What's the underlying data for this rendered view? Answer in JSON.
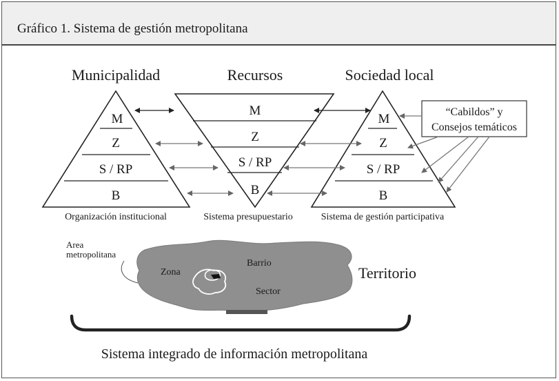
{
  "header": {
    "title": "Gráfico 1. Sistema de gestión metropolitana"
  },
  "pyramids": {
    "municipalidad": {
      "title": "Municipalidad",
      "levels": [
        "M",
        "Z",
        "S / RP",
        "B"
      ],
      "caption": "Organización institucional"
    },
    "recursos": {
      "title": "Recursos",
      "levels": [
        "M",
        "Z",
        "S / RP",
        "B"
      ],
      "caption": "Sistema presupuestario"
    },
    "sociedad": {
      "title": "Sociedad local",
      "levels": [
        "M",
        "Z",
        "S / RP",
        "B"
      ],
      "caption": "Sistema de gestión participativa"
    }
  },
  "cabildos_box": {
    "line1": "“Cabildos” y",
    "line2": "Consejos temáticos"
  },
  "map": {
    "area_label_1": "Area",
    "area_label_2": "metropolitana",
    "zona": "Zona",
    "barrio": "Barrio",
    "sector": "Sector",
    "territorio": "Territorio"
  },
  "footer": {
    "label": "Sistema integrado de información metropolitana"
  },
  "colors": {
    "header_bg": "#efefef",
    "map_fill": "#8f8f8f",
    "arrow": "#777777",
    "line": "#222222"
  }
}
